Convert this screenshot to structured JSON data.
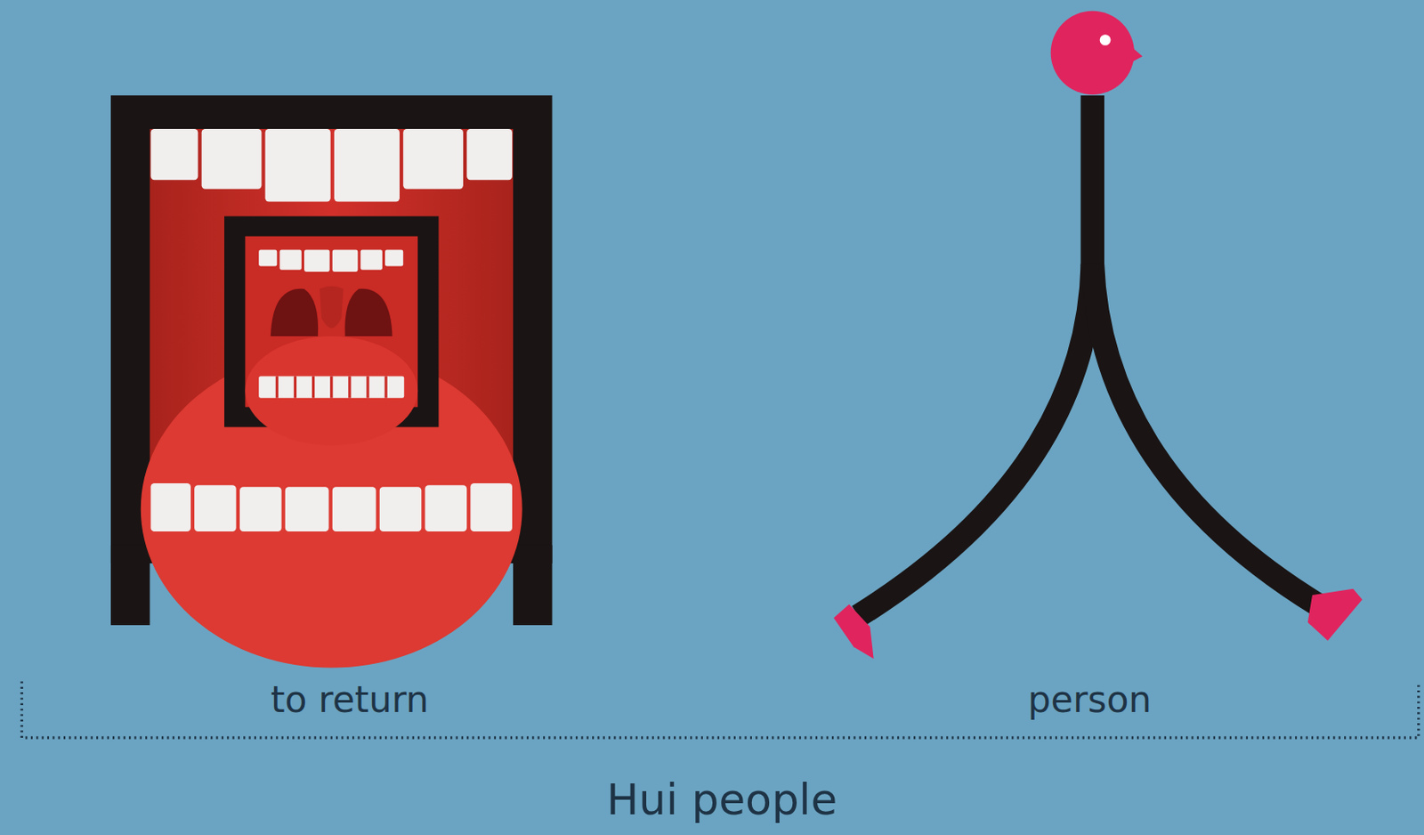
{
  "diagram": {
    "caption": "Hui people",
    "labels": [
      "to return",
      "person"
    ]
  }
}
